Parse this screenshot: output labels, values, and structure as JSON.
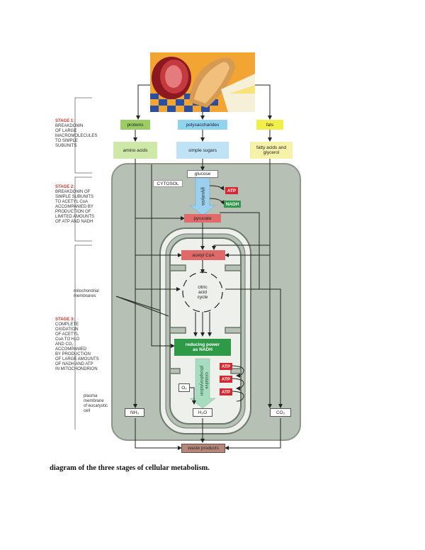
{
  "stages": [
    {
      "title": "STAGE 1:",
      "lines": [
        "BREAKDOWN",
        "OF LARGE",
        "MACROMOLECULES",
        "TO SIMPLE",
        "SUBUNITS"
      ]
    },
    {
      "title": "STAGE 2:",
      "lines": [
        "BREAKDOWN OF",
        "SIMPLE SUBUNITS",
        "TO ACETYL CoA",
        "ACCOMPANIED BY",
        "PRODUCTION OF",
        "LIMITED AMOUNTS",
        "OF ATP AND NADH"
      ]
    },
    {
      "title": "STAGE 3:",
      "lines": [
        "COMPLETE",
        "OXIDATION",
        "OF ACETYL",
        "CoA TO H₂O",
        "AND CO₂",
        "ACCOMPANIED",
        "BY PRODUCTION",
        "OF LARGE AMOUNTS",
        "OF NADH AND ATP",
        "IN MITOCHONDRION"
      ]
    }
  ],
  "annotations": {
    "mito_membranes": [
      "mitochondrial",
      "membranes"
    ],
    "plasma_membrane": [
      "plasma",
      "membrane",
      "of eucaryotic",
      "cell"
    ],
    "cytosol": "CYTOSOL"
  },
  "nodes": {
    "proteins": "proteins",
    "polysaccharides": "polysaccharides",
    "fats": "fats",
    "amino_acids": "amino acids",
    "simple_sugars": "simple sugars",
    "fatty_acids": "fatty acids and glycerol",
    "glucose": "glucose",
    "glycolysis": "glycolysis",
    "atp": "ATP",
    "nadh": "NADH",
    "pyruvate": "pyruvate",
    "acetyl_coa": "acetyl CoA",
    "citric_acid_cycle": [
      "citric",
      "acid",
      "cycle"
    ],
    "reducing_power": [
      "reducing power",
      "as NADH"
    ],
    "oxidative_phosphorylation": [
      "oxidative",
      "phosphorylation"
    ],
    "o2": "O₂",
    "h2o": "H₂O",
    "nh3": "NH₃",
    "co2": "CO₂",
    "waste_products": "waste products"
  },
  "caption": "diagram of the three stages of cellular metabolism.",
  "colors": {
    "green_box": "#9ccc65",
    "blue_box": "#8fd3f0",
    "yellow_box": "#f2ef4a",
    "light_green_box": "#cde8a8",
    "light_blue_box": "#bfe3f4",
    "light_yellow_box": "#f6f3a8",
    "cell_fill": "#b6c0b4",
    "red_box": "#e06a6a",
    "dark_green": "#2e9a48",
    "atp_red": "#d8262f",
    "stage_red": "#c0392b",
    "waste": "#b5877a"
  }
}
